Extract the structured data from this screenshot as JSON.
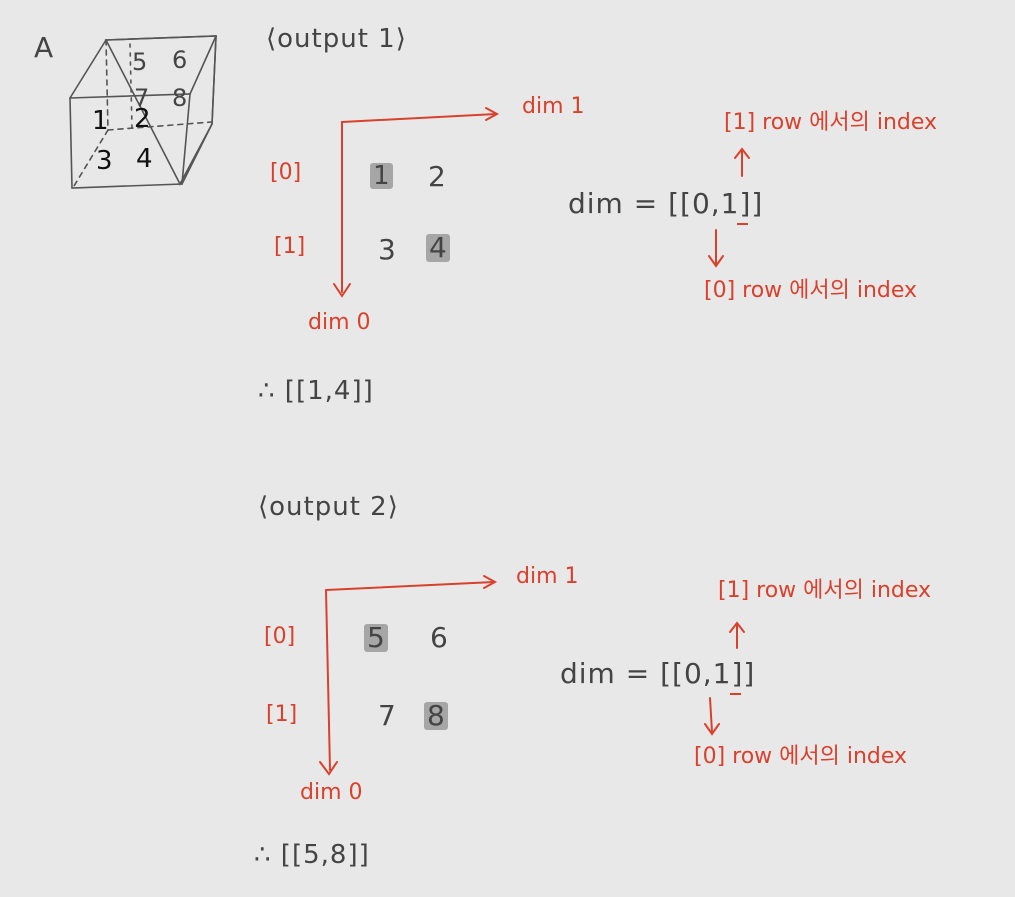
{
  "cube": {
    "label": "A",
    "back_top": [
      "5",
      "6"
    ],
    "back_bottom": [
      "7",
      "8"
    ],
    "front_top": [
      "1",
      "2"
    ],
    "front_bottom": [
      "3",
      "4"
    ]
  },
  "sections": [
    {
      "heading": "⟨output 1⟩",
      "dim1_label": "dim 1",
      "dim0_label": "dim 0",
      "row0_label": "[0]",
      "row1_label": "[1]",
      "cells": [
        [
          "1",
          "2"
        ],
        [
          "3",
          "4"
        ]
      ],
      "highlighted": [
        "1",
        "4"
      ],
      "dim_eq": "dim = [[0,1]]",
      "up_note": "[1] row 에서의 index",
      "down_note": "[0] row 에서의 index",
      "result": "∴ [[1,4]]"
    },
    {
      "heading": "⟨output 2⟩",
      "dim1_label": "dim 1",
      "dim0_label": "dim 0",
      "row0_label": "[0]",
      "row1_label": "[1]",
      "cells": [
        [
          "5",
          "6"
        ],
        [
          "7",
          "8"
        ]
      ],
      "highlighted": [
        "5",
        "8"
      ],
      "dim_eq": "dim = [[0,1]]",
      "up_note": "[1] row 에서의 index",
      "down_note": "[0] row 에서의 index",
      "result": "∴ [[5,8]]"
    }
  ],
  "colors": {
    "annotation": "#d9412d",
    "pencil": "#444444",
    "highlight": "#a6a6a6",
    "background": "#e9e8e8"
  }
}
